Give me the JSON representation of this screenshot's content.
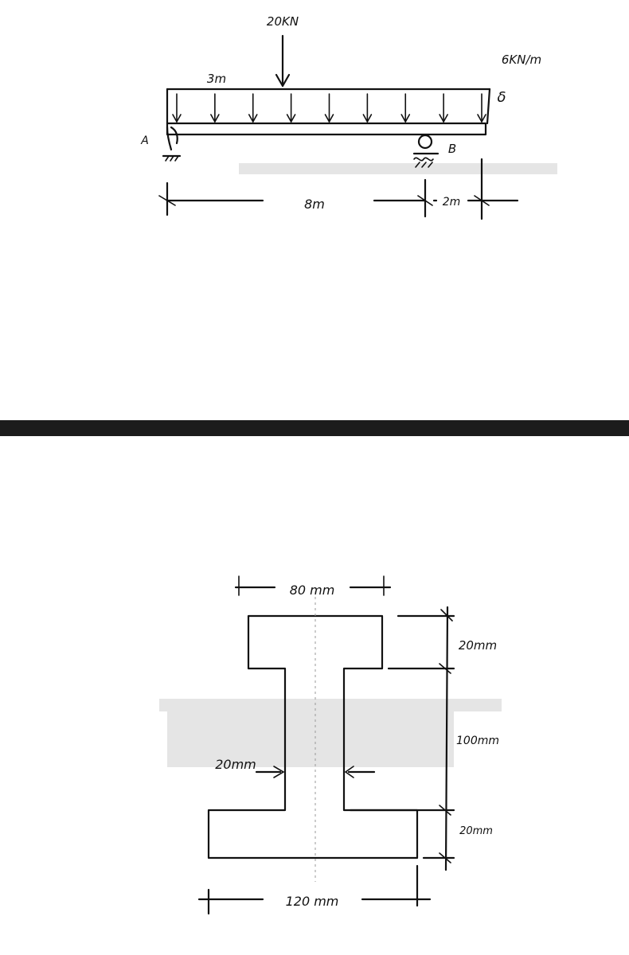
{
  "beam_diagram": {
    "point_load_label": "20KN",
    "udl_label": "6KN/m",
    "udl_symbol": "δ",
    "point_load_offset_label": "3m",
    "support_a_label": "A",
    "support_b_label": "B",
    "span_label": "8m",
    "overhang_label": "2m",
    "udl_arrow_count": 9
  },
  "section_diagram": {
    "top_flange_width_label": "80 mm",
    "top_flange_thickness_label": "20mm",
    "web_height_label": "100mm",
    "bottom_flange_thickness_label": "20mm",
    "web_thickness_label": "20mm",
    "bottom_flange_width_label": "120 mm"
  },
  "colors": {
    "ink": "#111111",
    "divider": "#1c1c1c",
    "paper": "#ffffff"
  }
}
